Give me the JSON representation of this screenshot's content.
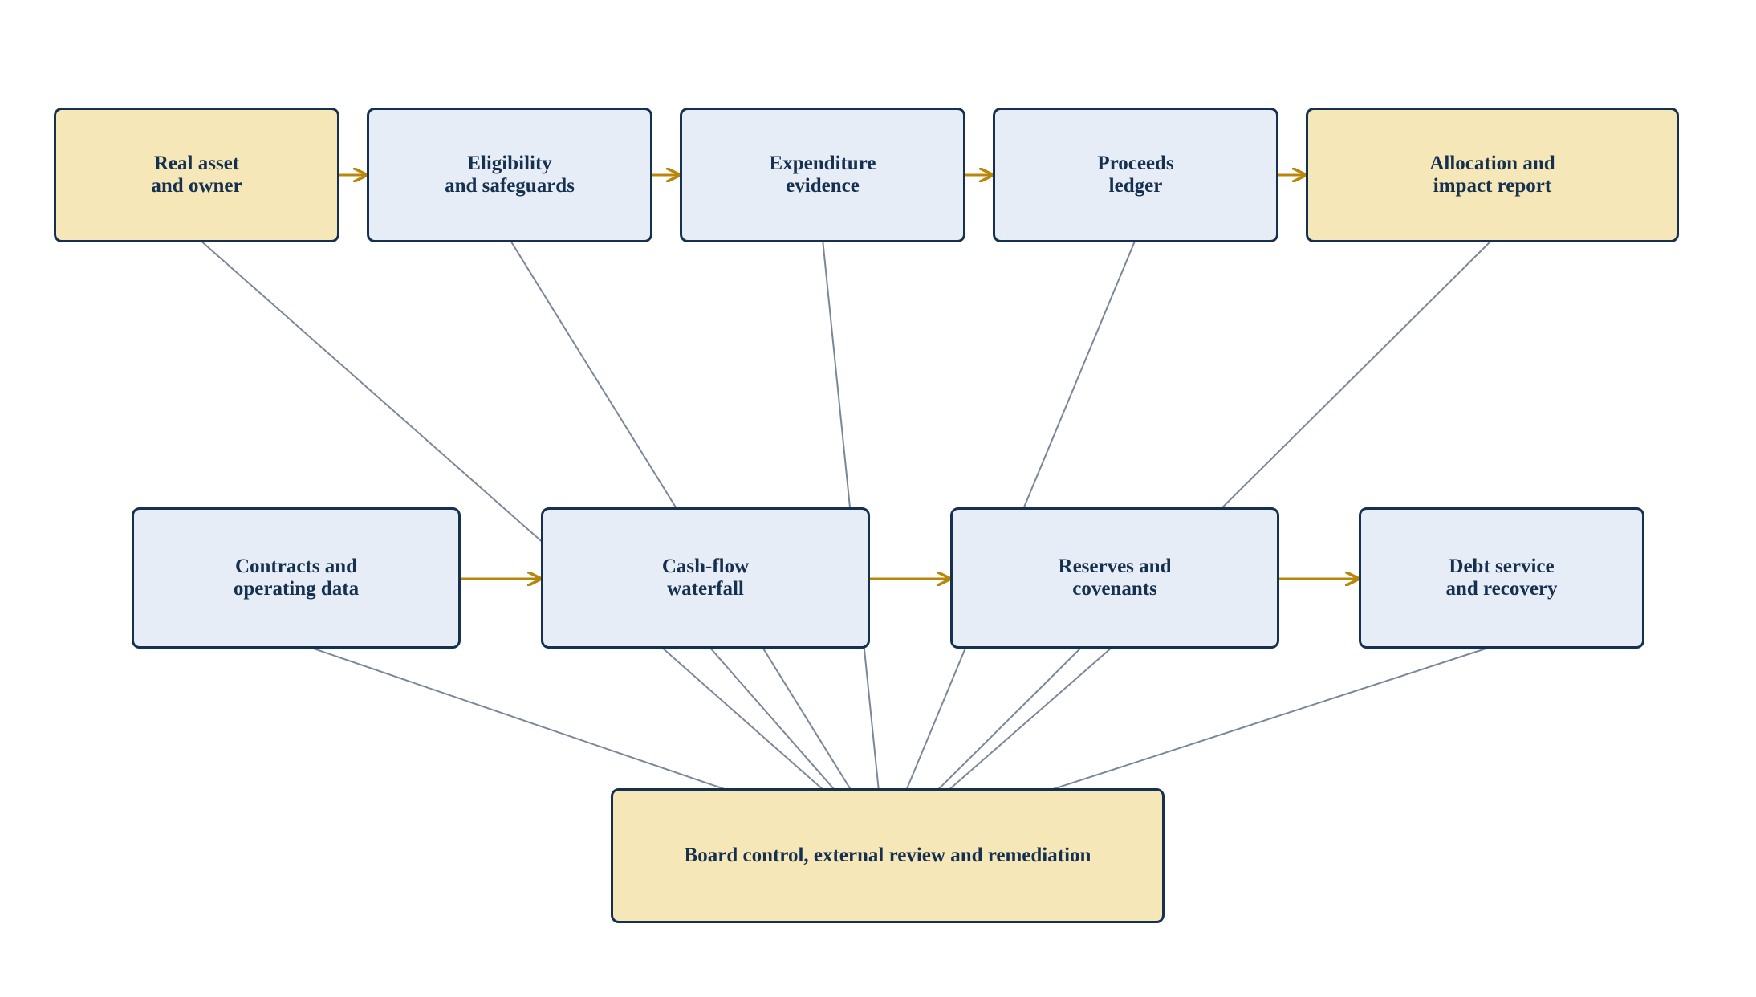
{
  "nodes": {
    "real_asset": {
      "lines": [
        "Real asset",
        "and owner"
      ]
    },
    "eligibility": {
      "lines": [
        "Eligibility",
        "and safeguards"
      ]
    },
    "expenditure": {
      "lines": [
        "Expenditure",
        "evidence"
      ]
    },
    "ledger": {
      "lines": [
        "Proceeds",
        "ledger"
      ]
    },
    "allocation": {
      "lines": [
        "Allocation and",
        "impact report"
      ]
    },
    "contracts": {
      "lines": [
        "Contracts and",
        "operating data"
      ]
    },
    "cashflow": {
      "lines": [
        "Cash-flow",
        "waterfall"
      ]
    },
    "reserves": {
      "lines": [
        "Reserves and",
        "covenants"
      ]
    },
    "debt": {
      "lines": [
        "Debt service",
        "and recovery"
      ]
    },
    "board": {
      "lines": [
        "Board control, external review and remediation"
      ]
    }
  },
  "colors": {
    "gold_fill": "#f5e7b8",
    "blue_fill": "#e7edf6",
    "border": "#16304f",
    "text": "#16304f",
    "flow_arrow": "#b8860b",
    "review_line": "#7a8799"
  },
  "flows": [
    [
      "real_asset",
      "eligibility"
    ],
    [
      "eligibility",
      "expenditure"
    ],
    [
      "expenditure",
      "ledger"
    ],
    [
      "ledger",
      "allocation"
    ],
    [
      "contracts",
      "cashflow"
    ],
    [
      "cashflow",
      "reserves"
    ],
    [
      "reserves",
      "debt"
    ]
  ],
  "review_links": [
    [
      "real_asset",
      "board"
    ],
    [
      "eligibility",
      "board"
    ],
    [
      "expenditure",
      "board"
    ],
    [
      "ledger",
      "board"
    ],
    [
      "allocation",
      "board"
    ],
    [
      "contracts",
      "board"
    ],
    [
      "cashflow",
      "board"
    ],
    [
      "reserves",
      "board"
    ],
    [
      "debt",
      "board"
    ]
  ]
}
